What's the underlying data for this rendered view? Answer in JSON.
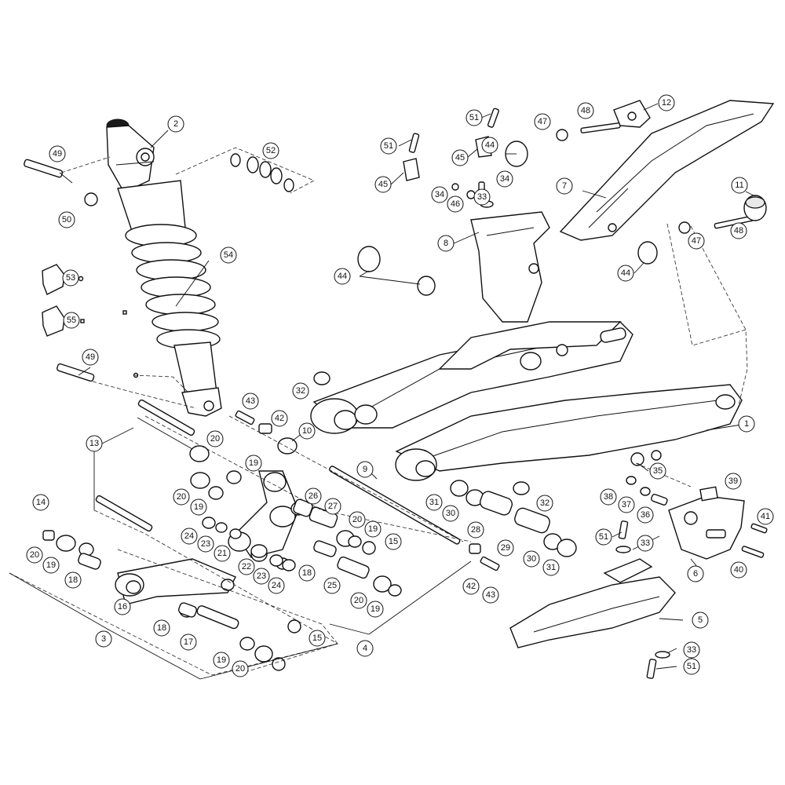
{
  "callouts": {
    "c1": "1",
    "c2": "2",
    "c3": "3",
    "c4": "4",
    "c5": "5",
    "c6": "6",
    "c7": "7",
    "c8": "8",
    "c9": "9",
    "c10": "10",
    "c11": "11",
    "c12": "12",
    "c13": "13",
    "c14": "14",
    "c15a": "15",
    "c15b": "15",
    "c16": "16",
    "c17": "17",
    "c18a": "18",
    "c18b": "18",
    "c18c": "18",
    "c19a": "19",
    "c19b": "19",
    "c19c": "19",
    "c19d": "19",
    "c19e": "19",
    "c19f": "19",
    "c20a": "20",
    "c20b": "20",
    "c20c": "20",
    "c20d": "20",
    "c20e": "20",
    "c20f": "20",
    "c21": "21",
    "c22": "22",
    "c23a": "23",
    "c23b": "23",
    "c24a": "24",
    "c24b": "24",
    "c25": "25",
    "c26": "26",
    "c27": "27",
    "c28": "28",
    "c29": "29",
    "c30a": "30",
    "c30b": "30",
    "c31a": "31",
    "c31b": "31",
    "c32a": "32",
    "c32b": "32",
    "c33a": "33",
    "c33b": "33",
    "c33c": "33",
    "c34a": "34",
    "c34b": "34",
    "c35": "35",
    "c36": "36",
    "c37": "37",
    "c38": "38",
    "c39": "39",
    "c40": "40",
    "c41": "41",
    "c42a": "42",
    "c42b": "42",
    "c43a": "43",
    "c43b": "43",
    "c44a": "44",
    "c44b": "44",
    "c44c": "44",
    "c45a": "45",
    "c45b": "45",
    "c46": "46",
    "c47a": "47",
    "c47b": "47",
    "c48a": "48",
    "c48b": "48",
    "c49a": "49",
    "c49b": "49",
    "c50": "50",
    "c51a": "51",
    "c51b": "51",
    "c51c": "51",
    "c51d": "51",
    "c52": "52",
    "c53": "53",
    "c54": "54",
    "c55": "55"
  }
}
